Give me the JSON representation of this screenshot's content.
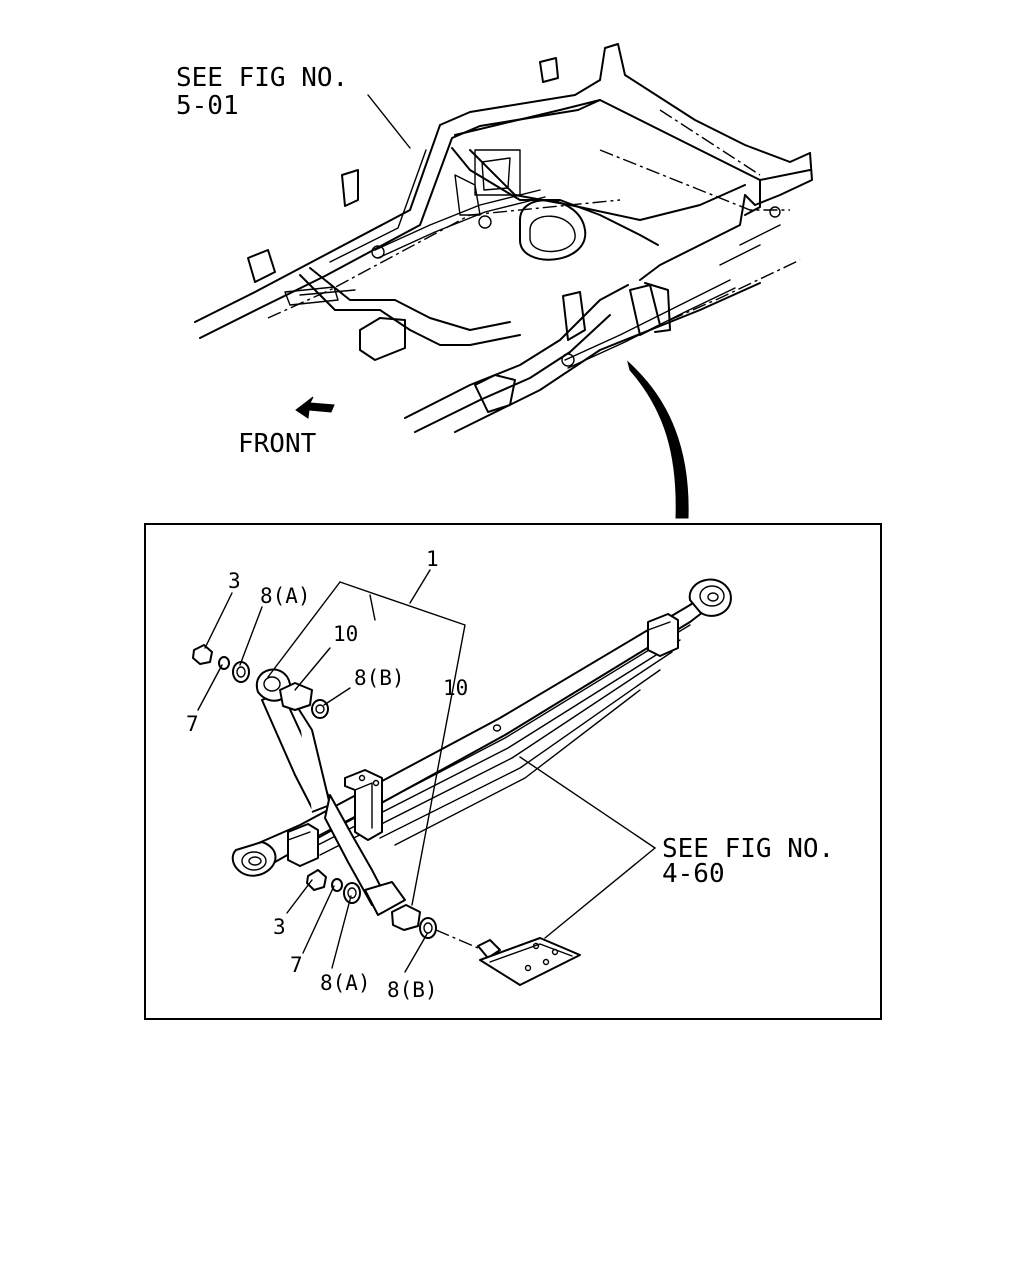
{
  "frame_ref": {
    "line1": "SEE FIG NO.",
    "line2": "5-01"
  },
  "front_label": "FRONT",
  "front_arrow_icon": "front-direction-arrow-icon",
  "spring_ref": {
    "line1": "SEE FIG NO.",
    "line2": "4-60"
  },
  "callouts": {
    "spring_assembly": "1",
    "nut_upper": "3",
    "washer_upper": "7",
    "bush_a_upper": "8(A)",
    "bush_b_upper": "8(B)",
    "shock_upper_label": "10",
    "shock_right_label": "10",
    "nut_lower": "3",
    "washer_lower": "7",
    "bush_a_lower": "8(A)",
    "bush_b_lower": "8(B)"
  }
}
